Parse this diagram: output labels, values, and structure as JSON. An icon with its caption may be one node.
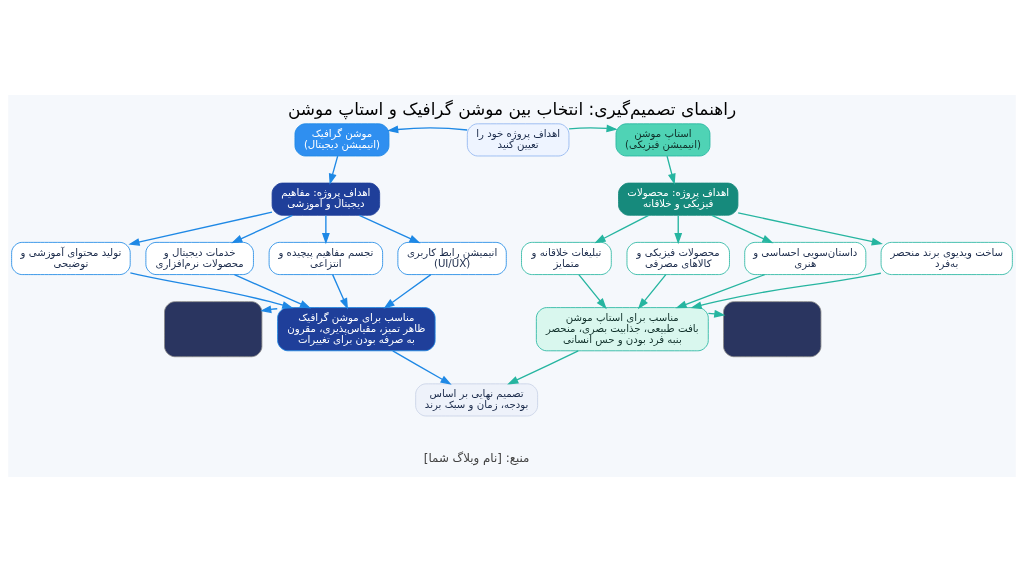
{
  "diagram": {
    "title": "راهنمای تصمیم‌گیری: انتخاب بین موشن گرافیک و استاپ موشن",
    "nodes": [
      {
        "text": [
          "اهداف پروژه خود را تعیین کنید"
        ]
      },
      {
        "text": [
          "موشن گرافیک",
          "(انیمیشن دیجیتال)"
        ]
      },
      {
        "text": [
          "استاپ موشن",
          "(انیمیشن فیزیکی)"
        ]
      },
      {
        "text": [
          "اهداف پروژه: مفاهیم دیجیتال و آموزشی"
        ]
      },
      {
        "text": [
          "اهداف پروژه: محصولات فیزیکی و خلاقانه"
        ]
      },
      {
        "text": [
          "انیمیشن رابط کاربری (UI/UX)"
        ]
      },
      {
        "text": [
          "تجسم مفاهیم پیچیده و انتزاعی"
        ]
      },
      {
        "text": [
          "خدمات دیجیتال و محصولات نرم‌افزاری"
        ]
      },
      {
        "text": [
          "تولید محتوای آموزشی و توضیحی"
        ]
      },
      {
        "text": [
          "ساخت ویدیوی برند منحصر به‌فرد"
        ]
      },
      {
        "text": [
          "داستان‌سویی احساسی و هنری"
        ]
      },
      {
        "text": [
          "محصولات فیزیکی و کالاهای مصرفی"
        ]
      },
      {
        "text": [
          "تبلیغات خلاقانه و متمایز"
        ]
      },
      {
        "text": [
          "مناسب برای موشن گرافیک",
          "ظاهر تمیز، مقیاس‌پذیری، مقرون به صرفه بودن برای تغییرات"
        ]
      },
      {
        "text": [
          "مناسب برای استاپ موشن",
          "بافت طبیعی، جذابیت بصری، منحصر بنبه فرد بودن و حس انسانی"
        ]
      },
      {
        "text": [],
        "shape": "box"
      },
      {
        "text": [],
        "shape": "box"
      },
      {
        "text": [
          "تصمیم نهایی بر اساس بودجه، زمان و سبک برند"
        ]
      }
    ],
    "edges": [
      {
        "from": 0,
        "to": 1,
        "arrow": "to",
        "color": "#1e88e5"
      },
      {
        "from": 0,
        "to": 2,
        "arrow": "to",
        "color": "#26b5a0"
      },
      {
        "from": 1,
        "to": 3,
        "arrow": "to",
        "color": "#1e88e5"
      },
      {
        "from": 2,
        "to": 4,
        "arrow": "to",
        "color": "#26b5a0"
      },
      {
        "from": 3,
        "to": 5,
        "arrow": "to",
        "color": "#1e88e5"
      },
      {
        "from": 3,
        "to": 6,
        "arrow": "to",
        "color": "#1e88e5"
      },
      {
        "from": 3,
        "to": 7,
        "arrow": "to",
        "color": "#1e88e5"
      },
      {
        "from": 3,
        "to": 8,
        "arrow": "to",
        "color": "#1e88e5"
      },
      {
        "from": 4,
        "to": 9,
        "arrow": "to",
        "color": "#26b5a0"
      },
      {
        "from": 4,
        "to": 10,
        "arrow": "to",
        "color": "#26b5a0"
      },
      {
        "from": 4,
        "to": 11,
        "arrow": "to",
        "color": "#26b5a0"
      },
      {
        "from": 4,
        "to": 12,
        "arrow": "to",
        "color": "#26b5a0"
      },
      {
        "from": 5,
        "to": 13,
        "arrow": "to",
        "color": "#1e88e5"
      },
      {
        "from": 6,
        "to": 13,
        "arrow": "to",
        "color": "#1e88e5"
      },
      {
        "from": 7,
        "to": 13,
        "arrow": "to",
        "color": "#1e88e5"
      },
      {
        "from": 8,
        "to": 13,
        "arrow": "to",
        "color": "#1e88e5"
      },
      {
        "from": 9,
        "to": 14,
        "arrow": "to",
        "color": "#26b5a0"
      },
      {
        "from": 10,
        "to": 14,
        "arrow": "to",
        "color": "#26b5a0"
      },
      {
        "from": 11,
        "to": 14,
        "arrow": "to",
        "color": "#26b5a0"
      },
      {
        "from": 12,
        "to": 14,
        "arrow": "to",
        "color": "#26b5a0"
      },
      {
        "from": 13,
        "to": 15,
        "arrow": "to",
        "color": "#1e88e5"
      },
      {
        "from": 14,
        "to": 16,
        "arrow": "to",
        "color": "#26b5a0"
      },
      {
        "from": 13,
        "to": 17,
        "arrow": "to",
        "color": "#1e88e5"
      },
      {
        "from": 14,
        "to": 17,
        "arrow": "to",
        "color": "#26b5a0"
      }
    ],
    "labels": [
      "منبع: [نام وبلاگ شما]"
    ]
  }
}
